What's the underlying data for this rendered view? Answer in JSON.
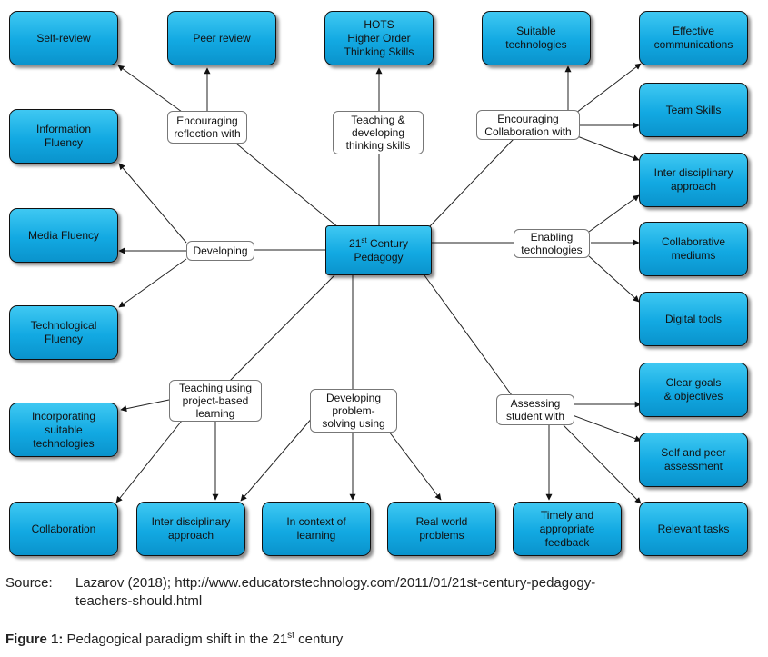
{
  "hub": {
    "name": "21",
    "sup": "st",
    "rest": " Century",
    "line2": "Pedagogy"
  },
  "nodes": {
    "self_review": "Self-review",
    "peer_review": "Peer review",
    "hots": "HOTS\nHigher Order\nThinking Skills",
    "suitable_tech": "Suitable\ntechnologies",
    "effective_comm": "Effective\ncommunications",
    "team_skills": "Team Skills",
    "inter_disc_right": "Inter disciplinary\napproach",
    "collab_mediums": "Collaborative\nmediums",
    "digital_tools": "Digital tools",
    "clear_goals": "Clear goals\n& objectives",
    "self_peer": "Self and peer\nassessment",
    "relevant_tasks": "Relevant tasks",
    "timely": "Timely and\nappropriate\nfeedback",
    "real_world": "Real world\nproblems",
    "in_context": "In context of\nlearning",
    "inter_disc_bottom": "Inter disciplinary\napproach",
    "collaboration": "Collaboration",
    "incorporating": "Incorporating\nsuitable\ntechnologies",
    "tech_fluency": "Technological\nFluency",
    "media_fluency": "Media Fluency",
    "info_fluency": "Information\nFluency"
  },
  "labels": {
    "encouraging_reflection": "Encouraging\nreflection with",
    "teaching_thinking": "Teaching &\ndeveloping\nthinking skills",
    "encouraging_collab": "Encouraging\nCollaboration with",
    "enabling_tech": "Enabling\ntechnologies",
    "assessing": "Assessing\nstudent with",
    "problem_solving": "Developing\nproblem-\nsolving using",
    "project_based": "Teaching using\nproject-based\nlearning",
    "developing": "Developing"
  },
  "source": {
    "prefix": "Source:",
    "line1": "Lazarov (2018); http://www.educatorstechnology.com/2011/01/21st-century-pedagogy-",
    "line2": "teachers-should.html"
  },
  "caption": {
    "label": "Figure 1:",
    "text_a": " Pedagogical paradigm shift in the 21",
    "sup": "st",
    "text_b": " century"
  }
}
